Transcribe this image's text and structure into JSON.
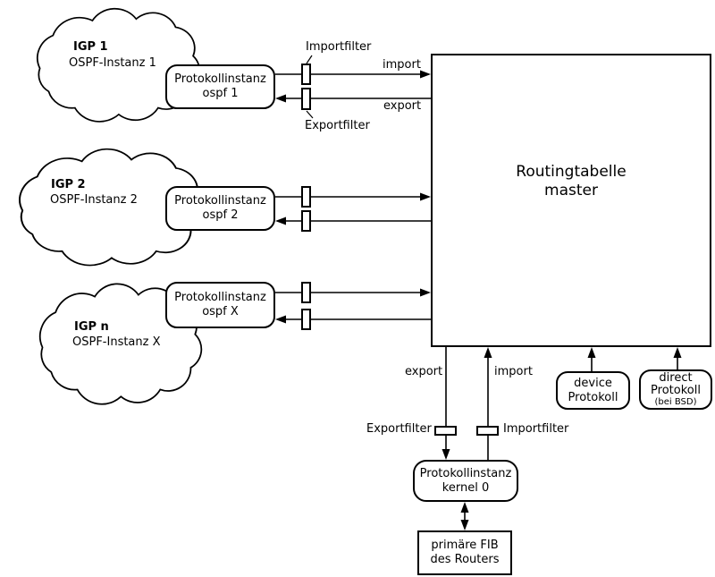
{
  "clouds": [
    {
      "title": "IGP 1",
      "subtitle": "OSPF-Instanz 1"
    },
    {
      "title": "IGP 2",
      "subtitle": "OSPF-Instanz 2"
    },
    {
      "title": "IGP n",
      "subtitle": "OSPF-Instanz X"
    }
  ],
  "protocol_instances": [
    {
      "line1": "Protokollinstanz",
      "line2": "ospf 1"
    },
    {
      "line1": "Protokollinstanz",
      "line2": "ospf 2"
    },
    {
      "line1": "Protokollinstanz",
      "line2": "ospf X"
    }
  ],
  "routing_table": {
    "line1": "Routingtabelle",
    "line2": "master"
  },
  "row1": {
    "import_filter": "Importfilter",
    "export_filter": "Exportfilter",
    "import": "import",
    "export": "export"
  },
  "bottom": {
    "export": "export",
    "import": "import",
    "export_filter": "Exportfilter",
    "import_filter": "Importfilter"
  },
  "kernel_instance": {
    "line1": "Protokollinstanz",
    "line2": "kernel 0"
  },
  "fib": {
    "line1": "primäre FIB",
    "line2": "des Routers"
  },
  "device_protocol": {
    "line1": "device",
    "line2": "Protokoll"
  },
  "direct_protocol": {
    "line1": "direct",
    "line2": "Protokoll",
    "line3": "(bei BSD)"
  },
  "colors": {
    "stroke": "#000000",
    "background": "#ffffff"
  }
}
